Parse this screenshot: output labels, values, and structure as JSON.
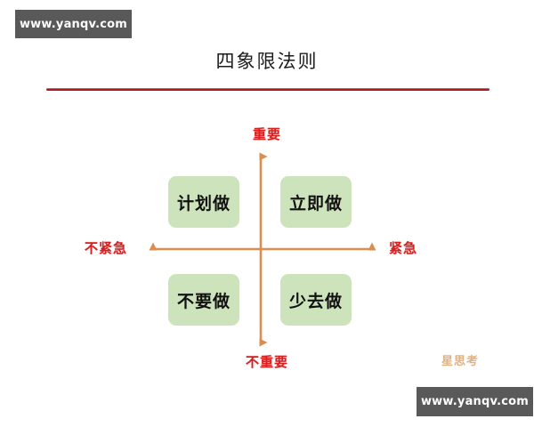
{
  "watermarks": {
    "top": "www.yanqv.com",
    "bottom": "www.yanqv.com"
  },
  "header": {
    "title": "四象限法则",
    "rule_color": "#b01f26"
  },
  "diagram": {
    "axis_color": "#d98e4f",
    "box_fill": "#cde3bc",
    "label_color": "#d62020",
    "axis_labels": {
      "top": "重要",
      "bottom": "不重要",
      "left": "不紧急",
      "right": "紧急"
    },
    "quadrants": [
      {
        "key": "plan",
        "label": "计划做"
      },
      {
        "key": "do_now",
        "label": "立即做"
      },
      {
        "key": "dont_do",
        "label": "不要做"
      },
      {
        "key": "do_less",
        "label": "少去做"
      }
    ]
  },
  "signature": {
    "text": "星思考",
    "color": "#e0b183"
  }
}
